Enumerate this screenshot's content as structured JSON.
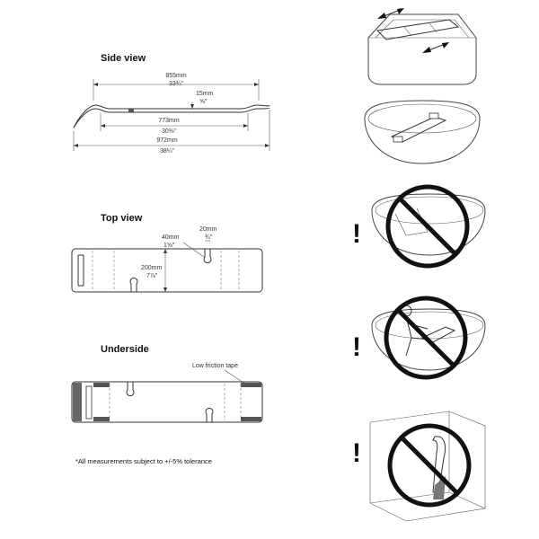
{
  "side_view": {
    "title": "Side view",
    "total_top_mm": "855mm",
    "total_top_in": "33¾\"",
    "thickness_mm": "15mm",
    "thickness_in": "⅝\"",
    "inner_mm": "773mm",
    "inner_in": "30⅜\"",
    "overall_mm": "972mm",
    "overall_in": "38¼\""
  },
  "top_view": {
    "title": "Top view",
    "slot_mm": "40mm",
    "slot_in": "1⅝\"",
    "hole_mm": "20mm",
    "hole_in": "¾\"",
    "width_mm": "200mm",
    "width_in": "7⅞\""
  },
  "underside": {
    "title": "Underside",
    "tape_label": "Low friction tape"
  },
  "footnote": "*All measurements subject to +/-5% tolerance",
  "warnings": {
    "symbol": "!"
  },
  "colors": {
    "line": "#333333",
    "tape": "#555555",
    "prohibit": "#111111"
  }
}
